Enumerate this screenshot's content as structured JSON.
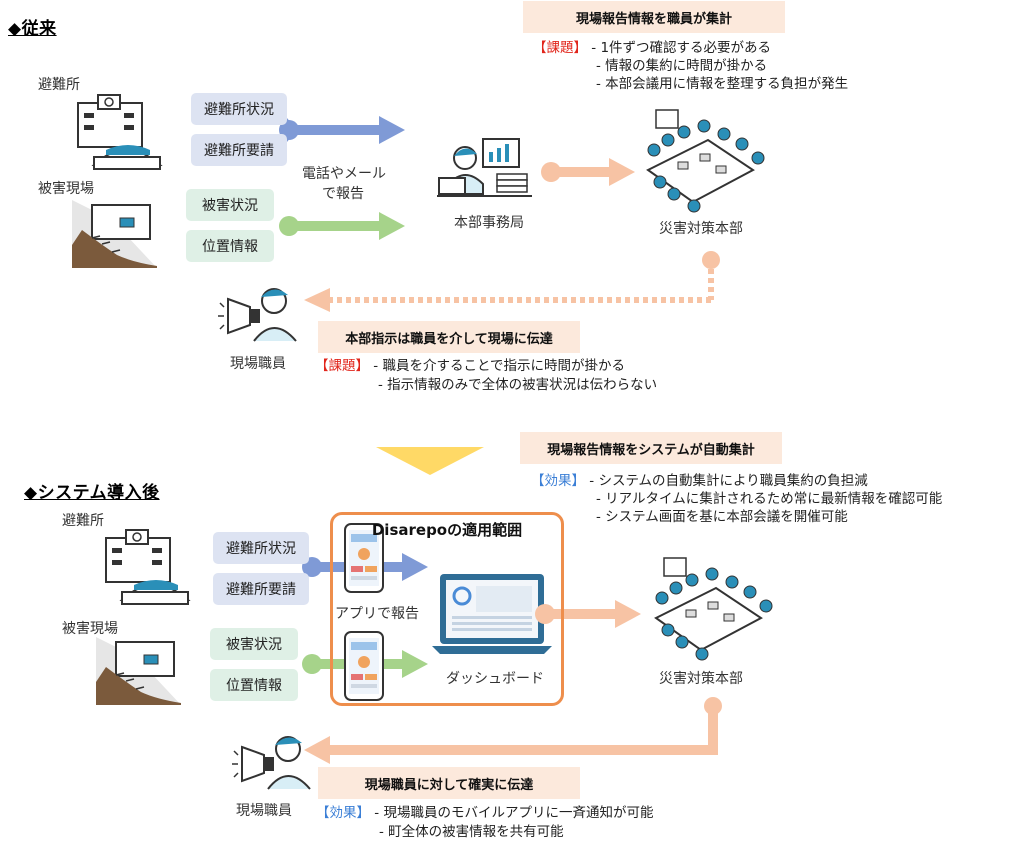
{
  "before": {
    "heading": "◆従来",
    "shelter_label": "避難所",
    "damage_site_label": "被害現場",
    "pills": {
      "shelter_status": "避難所状況",
      "shelter_request": "避難所要請",
      "damage_status": "被害状況",
      "location_info": "位置情報"
    },
    "report_method_line1": "電話やメール",
    "report_method_line2": "で報告",
    "office_label": "本部事務局",
    "hq_label": "災害対策本部",
    "field_staff_label": "現場職員",
    "banner_top": "現場報告情報を職員が集計",
    "issues_top": {
      "tag": "【課題】",
      "items": [
        "- 1件ずつ確認する必要がある",
        "- 情報の集約に時間が掛かる",
        "- 本部会議用に情報を整理する負担が発生"
      ]
    },
    "banner_bottom": "本部指示は職員を介して現場に伝達",
    "issues_bottom": {
      "tag": "【課題】",
      "items": [
        "- 職員を介することで指示に時間が掛かる",
        "- 指示情報のみで全体の被害状況は伝わらない"
      ]
    }
  },
  "after": {
    "heading": "◆システム導入後",
    "shelter_label": "避難所",
    "damage_site_label": "被害現場",
    "pills": {
      "shelter_status": "避難所状況",
      "shelter_request": "避難所要請",
      "damage_status": "被害状況",
      "location_info": "位置情報"
    },
    "scope_title": "Disarepoの適用範囲",
    "app_report_label": "アプリで報告",
    "dashboard_label": "ダッシュボード",
    "hq_label": "災害対策本部",
    "field_staff_label": "現場職員",
    "banner_top": "現場報告情報をシステムが自動集計",
    "effects_top": {
      "tag": "【効果】",
      "items": [
        "- システムの自動集計により職員集約の負担減",
        "- リアルタイムに集計されるため常に最新情報を確認可能",
        "- システム画面を基に本部会議を開催可能"
      ]
    },
    "banner_bottom": "現場職員に対して確実に伝達",
    "effects_bottom": {
      "tag": "【効果】",
      "items": [
        "- 現場職員のモバイルアプリに一斉通知が可能",
        "- 町全体の被害情報を共有可能"
      ]
    }
  },
  "colors": {
    "blue_arrow": "#7f9ad6",
    "green_arrow": "#a6d38a",
    "orange_arrow": "#f7c3a4",
    "scope_border": "#ee8e4c",
    "transition_triangle": "#ffd966",
    "issue_tag": "#e1251b",
    "effect_tag": "#3b7fd6"
  },
  "icons": [
    "building-icon",
    "landslide-icon",
    "office-worker-icon",
    "meeting-room-icon",
    "megaphone-staff-icon",
    "smartphone-icon",
    "laptop-dashboard-icon"
  ]
}
